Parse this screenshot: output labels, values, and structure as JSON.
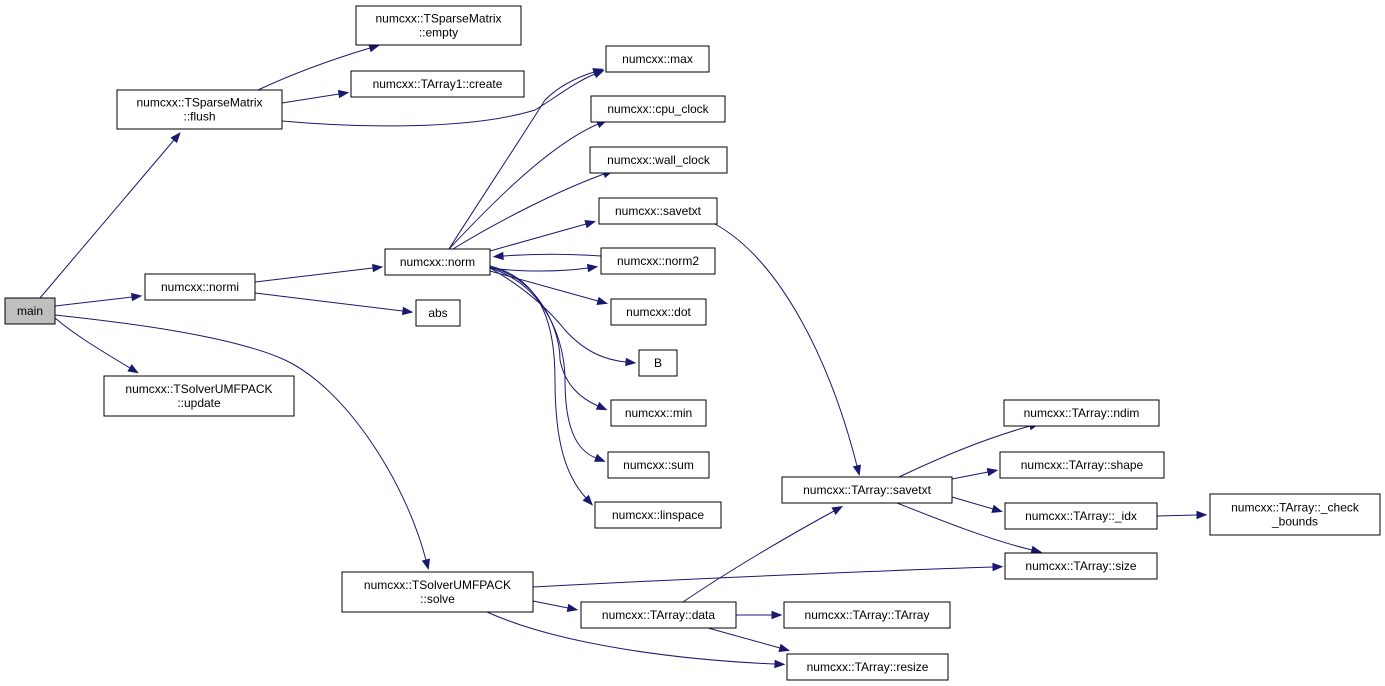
{
  "graph": {
    "nodes": [
      {
        "id": "main",
        "lines": [
          "main"
        ],
        "root": true
      },
      {
        "id": "tsm_flush",
        "lines": [
          "numcxx::TSparseMatrix",
          "::flush"
        ]
      },
      {
        "id": "tsm_empty",
        "lines": [
          "numcxx::TSparseMatrix",
          "::empty"
        ]
      },
      {
        "id": "ta1_create",
        "lines": [
          "numcxx::TArray1::create"
        ]
      },
      {
        "id": "max",
        "lines": [
          "numcxx::max"
        ]
      },
      {
        "id": "cpu_clock",
        "lines": [
          "numcxx::cpu_clock"
        ]
      },
      {
        "id": "wall_clock",
        "lines": [
          "numcxx::wall_clock"
        ]
      },
      {
        "id": "savetxt",
        "lines": [
          "numcxx::savetxt"
        ]
      },
      {
        "id": "norm",
        "lines": [
          "numcxx::norm"
        ]
      },
      {
        "id": "norm2",
        "lines": [
          "numcxx::norm2"
        ]
      },
      {
        "id": "normi",
        "lines": [
          "numcxx::normi"
        ]
      },
      {
        "id": "abs",
        "lines": [
          "abs"
        ]
      },
      {
        "id": "dot",
        "lines": [
          "numcxx::dot"
        ]
      },
      {
        "id": "B",
        "lines": [
          "B"
        ]
      },
      {
        "id": "min",
        "lines": [
          "numcxx::min"
        ]
      },
      {
        "id": "sum",
        "lines": [
          "numcxx::sum"
        ]
      },
      {
        "id": "linspace",
        "lines": [
          "numcxx::linspace"
        ]
      },
      {
        "id": "umf_update",
        "lines": [
          "numcxx::TSolverUMFPACK",
          "::update"
        ]
      },
      {
        "id": "umf_solve",
        "lines": [
          "numcxx::TSolverUMFPACK",
          "::solve"
        ]
      },
      {
        "id": "ta_ndim",
        "lines": [
          "numcxx::TArray::ndim"
        ]
      },
      {
        "id": "ta_shape",
        "lines": [
          "numcxx::TArray::shape"
        ]
      },
      {
        "id": "ta_savetxt",
        "lines": [
          "numcxx::TArray::savetxt"
        ]
      },
      {
        "id": "ta_idx",
        "lines": [
          "numcxx::TArray::_idx"
        ]
      },
      {
        "id": "ta_check",
        "lines": [
          "numcxx::TArray::_check",
          "_bounds"
        ]
      },
      {
        "id": "ta_size",
        "lines": [
          "numcxx::TArray::size"
        ]
      },
      {
        "id": "ta_data",
        "lines": [
          "numcxx::TArray::data"
        ]
      },
      {
        "id": "ta_tarray",
        "lines": [
          "numcxx::TArray::TArray"
        ]
      },
      {
        "id": "ta_resize",
        "lines": [
          "numcxx::TArray::resize"
        ]
      }
    ],
    "edges": [
      {
        "from": "main",
        "to": "tsm_flush"
      },
      {
        "from": "main",
        "to": "normi"
      },
      {
        "from": "main",
        "to": "umf_update"
      },
      {
        "from": "main",
        "to": "umf_solve"
      },
      {
        "from": "tsm_flush",
        "to": "tsm_empty"
      },
      {
        "from": "tsm_flush",
        "to": "ta1_create"
      },
      {
        "from": "tsm_flush",
        "to": "max"
      },
      {
        "from": "normi",
        "to": "norm"
      },
      {
        "from": "normi",
        "to": "abs"
      },
      {
        "from": "norm",
        "to": "max"
      },
      {
        "from": "norm",
        "to": "cpu_clock"
      },
      {
        "from": "norm",
        "to": "wall_clock"
      },
      {
        "from": "norm",
        "to": "savetxt"
      },
      {
        "from": "norm",
        "to": "norm2"
      },
      {
        "from": "norm2",
        "to": "norm"
      },
      {
        "from": "norm",
        "to": "dot"
      },
      {
        "from": "norm",
        "to": "B"
      },
      {
        "from": "norm",
        "to": "min"
      },
      {
        "from": "norm",
        "to": "sum"
      },
      {
        "from": "norm",
        "to": "linspace"
      },
      {
        "from": "savetxt",
        "to": "ta_savetxt"
      },
      {
        "from": "ta_savetxt",
        "to": "ta_ndim"
      },
      {
        "from": "ta_savetxt",
        "to": "ta_shape"
      },
      {
        "from": "ta_savetxt",
        "to": "ta_idx"
      },
      {
        "from": "ta_savetxt",
        "to": "ta_size"
      },
      {
        "from": "ta_idx",
        "to": "ta_check"
      },
      {
        "from": "umf_solve",
        "to": "ta_size"
      },
      {
        "from": "umf_solve",
        "to": "ta_data"
      },
      {
        "from": "umf_solve",
        "to": "ta_resize"
      },
      {
        "from": "ta_data",
        "to": "ta_savetxt"
      },
      {
        "from": "ta_data",
        "to": "ta_tarray"
      },
      {
        "from": "ta_data",
        "to": "ta_resize"
      }
    ]
  }
}
